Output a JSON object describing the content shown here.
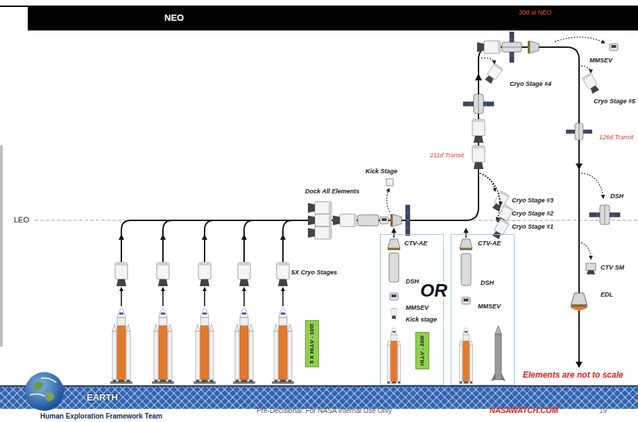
{
  "diagram": {
    "nodes": [
      {
        "text": [
          "NEO"
        ]
      },
      {
        "text": [
          "5 X HLLV - 100t"
        ]
      },
      {
        "text": [
          "CTV-AE",
          "DSH",
          "MMSEV",
          "Kick stage"
        ]
      },
      {
        "text": [
          "HLLV - 100t"
        ],
        "in": 2
      },
      {
        "text": [
          "CTV-AE",
          "DSH",
          "MMSEV"
        ]
      },
      {
        "text": [
          "EARTH"
        ]
      }
    ],
    "labels": [
      "30d at NEO",
      "MMSEV",
      "Cryo Stage #4",
      "Cryo Stage #5",
      "211d Transit",
      "126d Transit",
      "Kick Stage",
      "Dock All Elements",
      "Cryo Stage #3",
      "Cryo Stage #2",
      "Cryo Stage #1",
      "LEO",
      "DSH",
      "5X Cryo Stages",
      "OR",
      "CTV SM",
      "EDL",
      "Elements are not to scale",
      "Human Exploration Framework Team",
      "Pre-Decisional: For NASA Internal Use Only",
      "NASAWATCH.COM",
      "19"
    ]
  }
}
